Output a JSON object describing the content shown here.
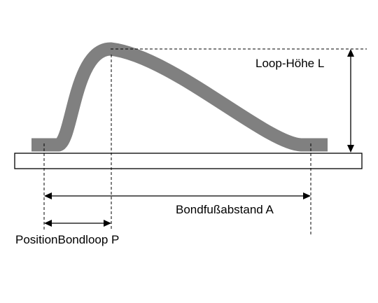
{
  "diagram": {
    "labels": {
      "loop_height": "Loop-Höhe L",
      "bond_foot_distance": "Bondfußabstand A",
      "position_bondloop": "PositionBondloop P"
    },
    "colors": {
      "wire": "#808080",
      "substrate_fill": "#ffffff",
      "line": "#000000"
    }
  }
}
